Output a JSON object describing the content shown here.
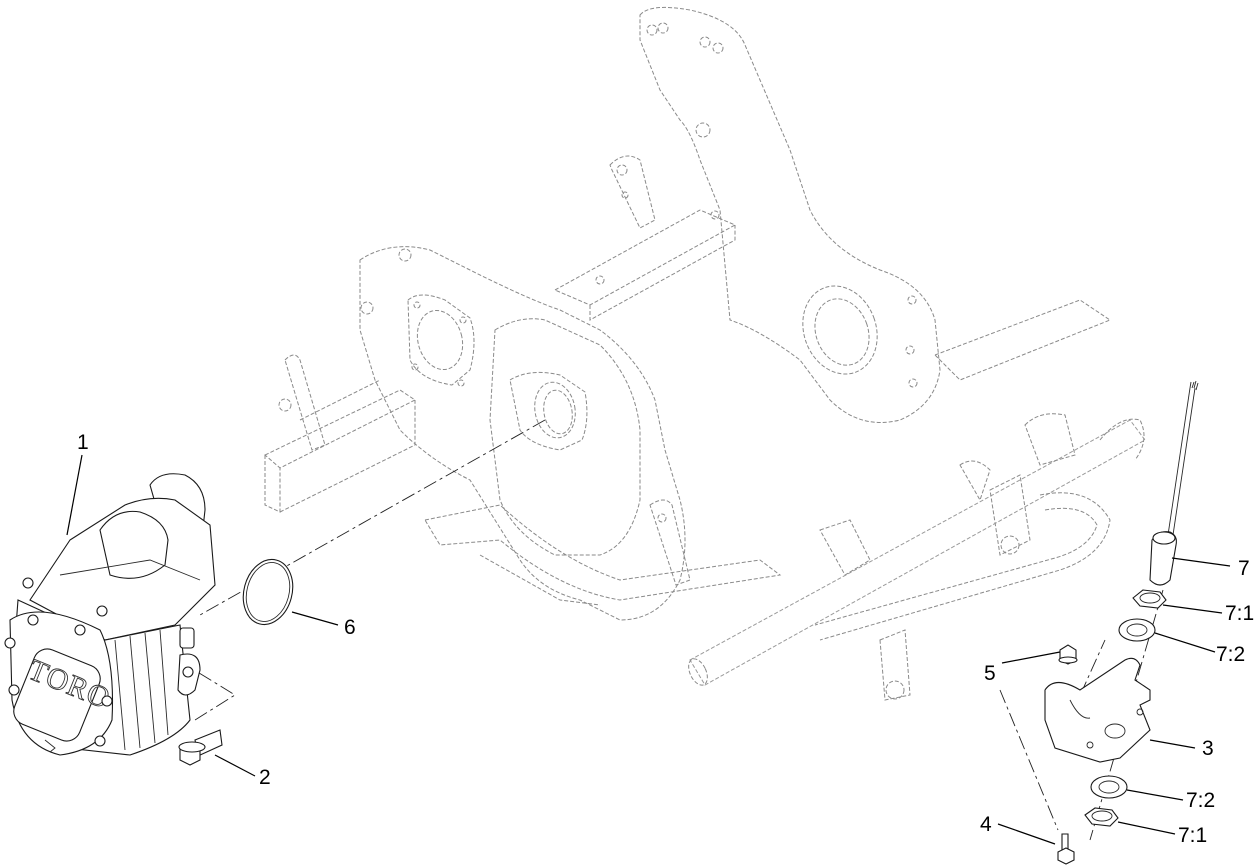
{
  "diagram": {
    "type": "exploded-parts-view",
    "brand_logo_text": "TORO",
    "callouts": [
      {
        "id": "c1",
        "label": "1",
        "part": "motor / drive unit"
      },
      {
        "id": "c2",
        "label": "2",
        "part": "flange bolt"
      },
      {
        "id": "c3",
        "label": "3",
        "part": "sensor bracket"
      },
      {
        "id": "c4",
        "label": "4",
        "part": "flange screw"
      },
      {
        "id": "c5",
        "label": "5",
        "part": "flange nut"
      },
      {
        "id": "c6",
        "label": "6",
        "part": "o-ring"
      },
      {
        "id": "c7",
        "label": "7",
        "part": "proximity sensor with cable"
      },
      {
        "id": "c71a",
        "label": "7:1",
        "part": "jam nut (upper)"
      },
      {
        "id": "c72a",
        "label": "7:2",
        "part": "lock washer (upper)"
      },
      {
        "id": "c72b",
        "label": "7:2",
        "part": "lock washer (lower)"
      },
      {
        "id": "c71b",
        "label": "7:1",
        "part": "jam nut (lower)"
      }
    ],
    "colors": {
      "line": "#1a1a1a",
      "ghost_line": "#8a8a8a",
      "background": "#ffffff"
    }
  }
}
